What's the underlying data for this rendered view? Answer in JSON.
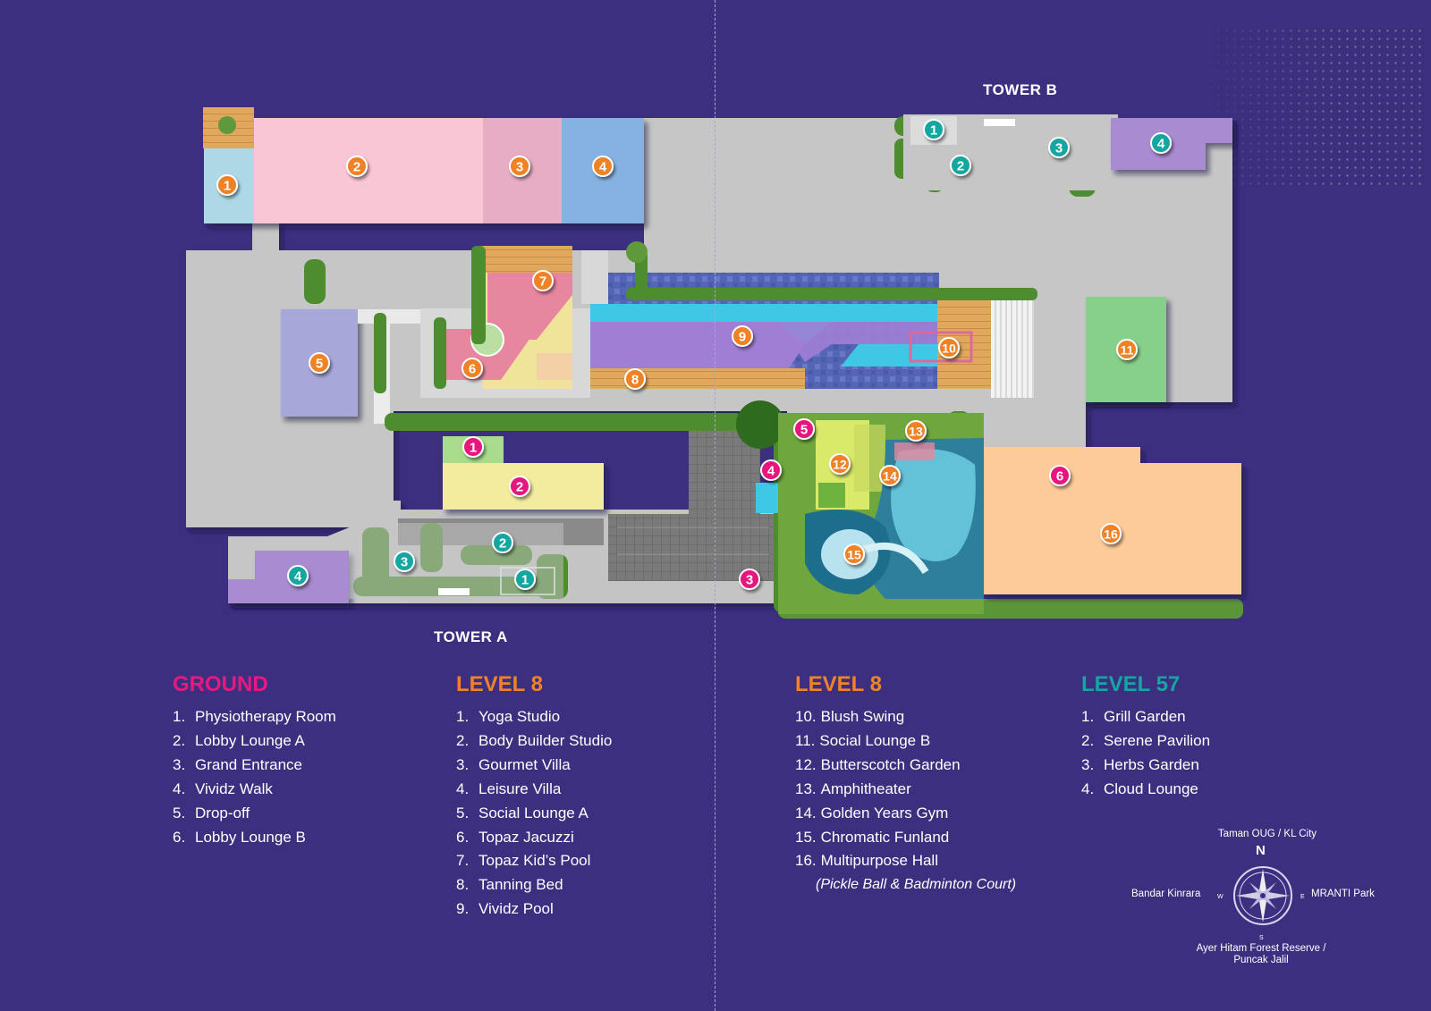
{
  "towers": {
    "tower_a": "TOWER A",
    "tower_b": "TOWER B"
  },
  "colors": {
    "background": "#3d2f80",
    "ground": "#e6197e",
    "level8": "#f08228",
    "level57": "#16a6a2",
    "pool": "#3fc8e6",
    "plaza": "#c6c6c6"
  },
  "markers": {
    "ground": [
      "1",
      "2",
      "3",
      "4",
      "5",
      "6"
    ],
    "level8": [
      "1",
      "2",
      "3",
      "4",
      "5",
      "6",
      "7",
      "8",
      "9",
      "10",
      "11",
      "12",
      "13",
      "14",
      "15",
      "16"
    ],
    "level57_b": [
      "1",
      "2",
      "3",
      "4"
    ],
    "level57_a": [
      "1",
      "2",
      "3",
      "4"
    ]
  },
  "legend": {
    "ground": {
      "title": "GROUND",
      "items": [
        {
          "num": "1.",
          "label": "Physiotherapy Room"
        },
        {
          "num": "2.",
          "label": "Lobby Lounge A"
        },
        {
          "num": "3.",
          "label": "Grand Entrance"
        },
        {
          "num": "4.",
          "label": "Vividz Walk"
        },
        {
          "num": "5.",
          "label": "Drop-off"
        },
        {
          "num": "6.",
          "label": "Lobby Lounge B"
        }
      ]
    },
    "level8a": {
      "title": "LEVEL 8",
      "items": [
        {
          "num": "1.",
          "label": "Yoga Studio"
        },
        {
          "num": "2.",
          "label": "Body Builder Studio"
        },
        {
          "num": "3.",
          "label": "Gourmet Villa"
        },
        {
          "num": "4.",
          "label": "Leisure Villa"
        },
        {
          "num": "5.",
          "label": "Social Lounge A"
        },
        {
          "num": "6.",
          "label": "Topaz Jacuzzi"
        },
        {
          "num": "7.",
          "label": "Topaz Kid’s Pool"
        },
        {
          "num": "8.",
          "label": "Tanning Bed"
        },
        {
          "num": "9.",
          "label": "Vividz Pool"
        }
      ]
    },
    "level8b": {
      "title": "LEVEL 8",
      "items": [
        {
          "num": "10.",
          "label": "Blush Swing"
        },
        {
          "num": "11.",
          "label": "Social Lounge B"
        },
        {
          "num": "12.",
          "label": "Butterscotch Garden"
        },
        {
          "num": "13.",
          "label": "Amphitheater"
        },
        {
          "num": "14.",
          "label": "Golden Years Gym"
        },
        {
          "num": "15.",
          "label": "Chromatic Funland"
        },
        {
          "num": "16.",
          "label": "Multipurpose Hall"
        }
      ],
      "note": "(Pickle Ball & Badminton Court)"
    },
    "level57": {
      "title": "LEVEL 57",
      "items": [
        {
          "num": "1.",
          "label": "Grill Garden"
        },
        {
          "num": "2.",
          "label": "Serene Pavilion"
        },
        {
          "num": "3.",
          "label": "Herbs Garden"
        },
        {
          "num": "4.",
          "label": "Cloud Lounge"
        }
      ]
    }
  },
  "compass": {
    "north_letter": "N",
    "south_letter": "S",
    "east_letter": "E",
    "west_letter": "W",
    "north": "Taman OUG / KL City",
    "east": "MRANTI Park",
    "west": "Bandar Kinrara",
    "south": "Ayer Hitam Forest Reserve / Puncak Jalil"
  }
}
